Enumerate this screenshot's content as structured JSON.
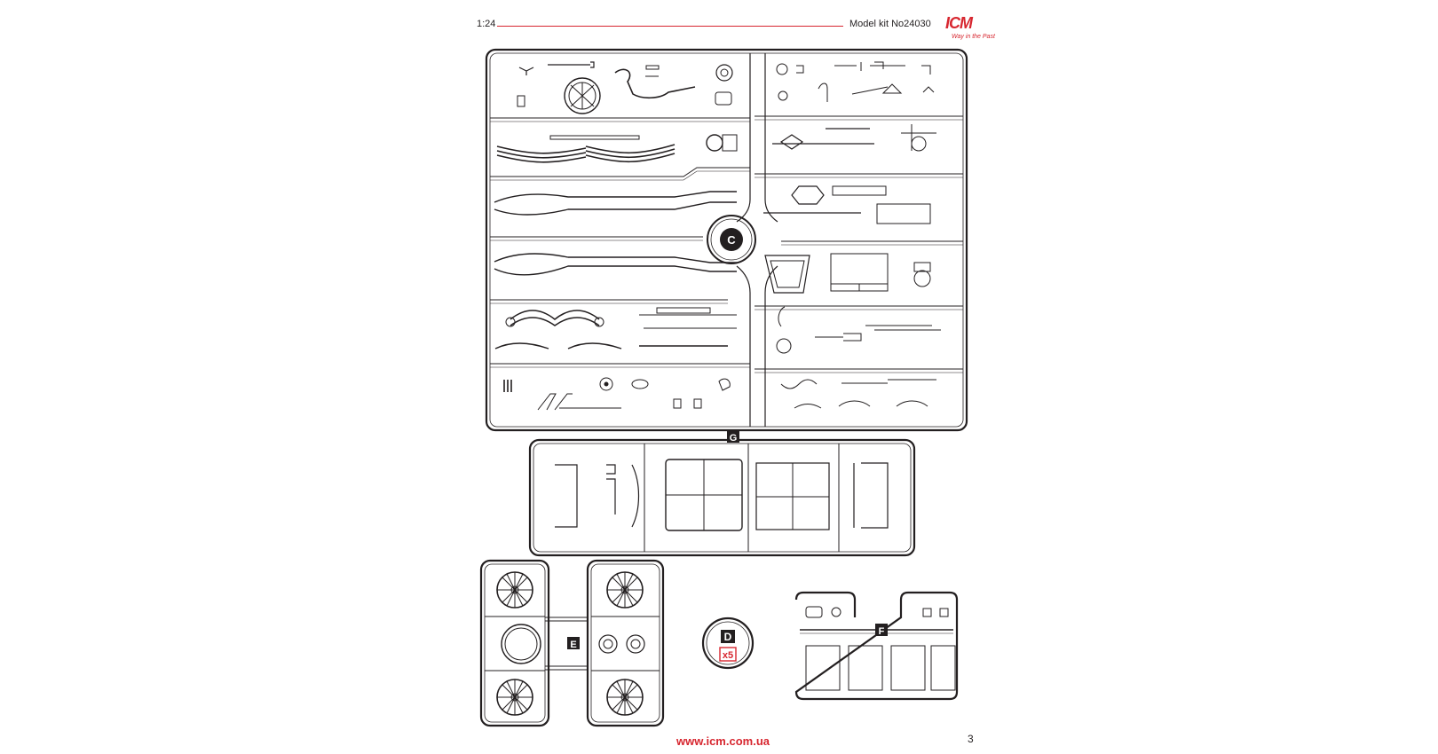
{
  "header": {
    "scale": "1:24",
    "kit": "Model kit No24030"
  },
  "logo": {
    "brand": "ICM",
    "tagline": "Way in the Past"
  },
  "sprues": {
    "C": {
      "label": "C"
    },
    "G": {
      "label": "G"
    },
    "E": {
      "label": "E"
    },
    "D": {
      "label": "D",
      "qty": "x5"
    },
    "F": {
      "label": "F"
    }
  },
  "footer": {
    "url": "www.icm.com.ua",
    "page": "3"
  },
  "colors": {
    "accent": "#d7262f",
    "line": "#231f20"
  }
}
